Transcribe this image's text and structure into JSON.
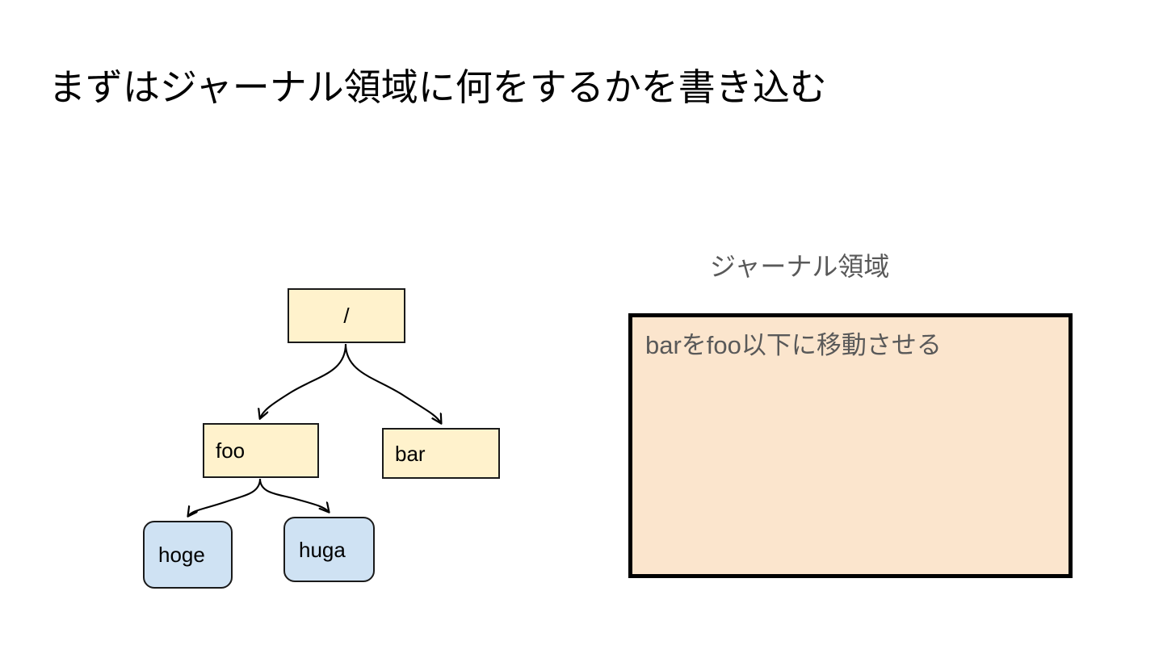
{
  "slide": {
    "title": "まずはジャーナル領域に何をするかを書き込む",
    "background_color": "#ffffff"
  },
  "diagram": {
    "type": "filesystem-tree",
    "nodes": [
      {
        "id": "root",
        "label": "/",
        "kind": "directory",
        "fill": "#fff2cc",
        "shape": "rect"
      },
      {
        "id": "foo",
        "label": "foo",
        "kind": "directory",
        "fill": "#fff2cc",
        "shape": "rect"
      },
      {
        "id": "bar",
        "label": "bar",
        "kind": "directory",
        "fill": "#fff2cc",
        "shape": "rect"
      },
      {
        "id": "hoge",
        "label": "hoge",
        "kind": "file",
        "fill": "#cfe2f3",
        "shape": "rounded-rect"
      },
      {
        "id": "huga",
        "label": "huga",
        "kind": "file",
        "fill": "#cfe2f3",
        "shape": "rounded-rect"
      }
    ],
    "edges": [
      {
        "from": "root",
        "to": "foo"
      },
      {
        "from": "root",
        "to": "bar"
      },
      {
        "from": "foo",
        "to": "hoge"
      },
      {
        "from": "foo",
        "to": "huga"
      }
    ]
  },
  "journal": {
    "label": "ジャーナル領域",
    "label_color": "#595959",
    "box_fill": "#fbe5cd",
    "box_border_color": "#000000",
    "entries": [
      "barをfoo以下に移動させる"
    ]
  }
}
